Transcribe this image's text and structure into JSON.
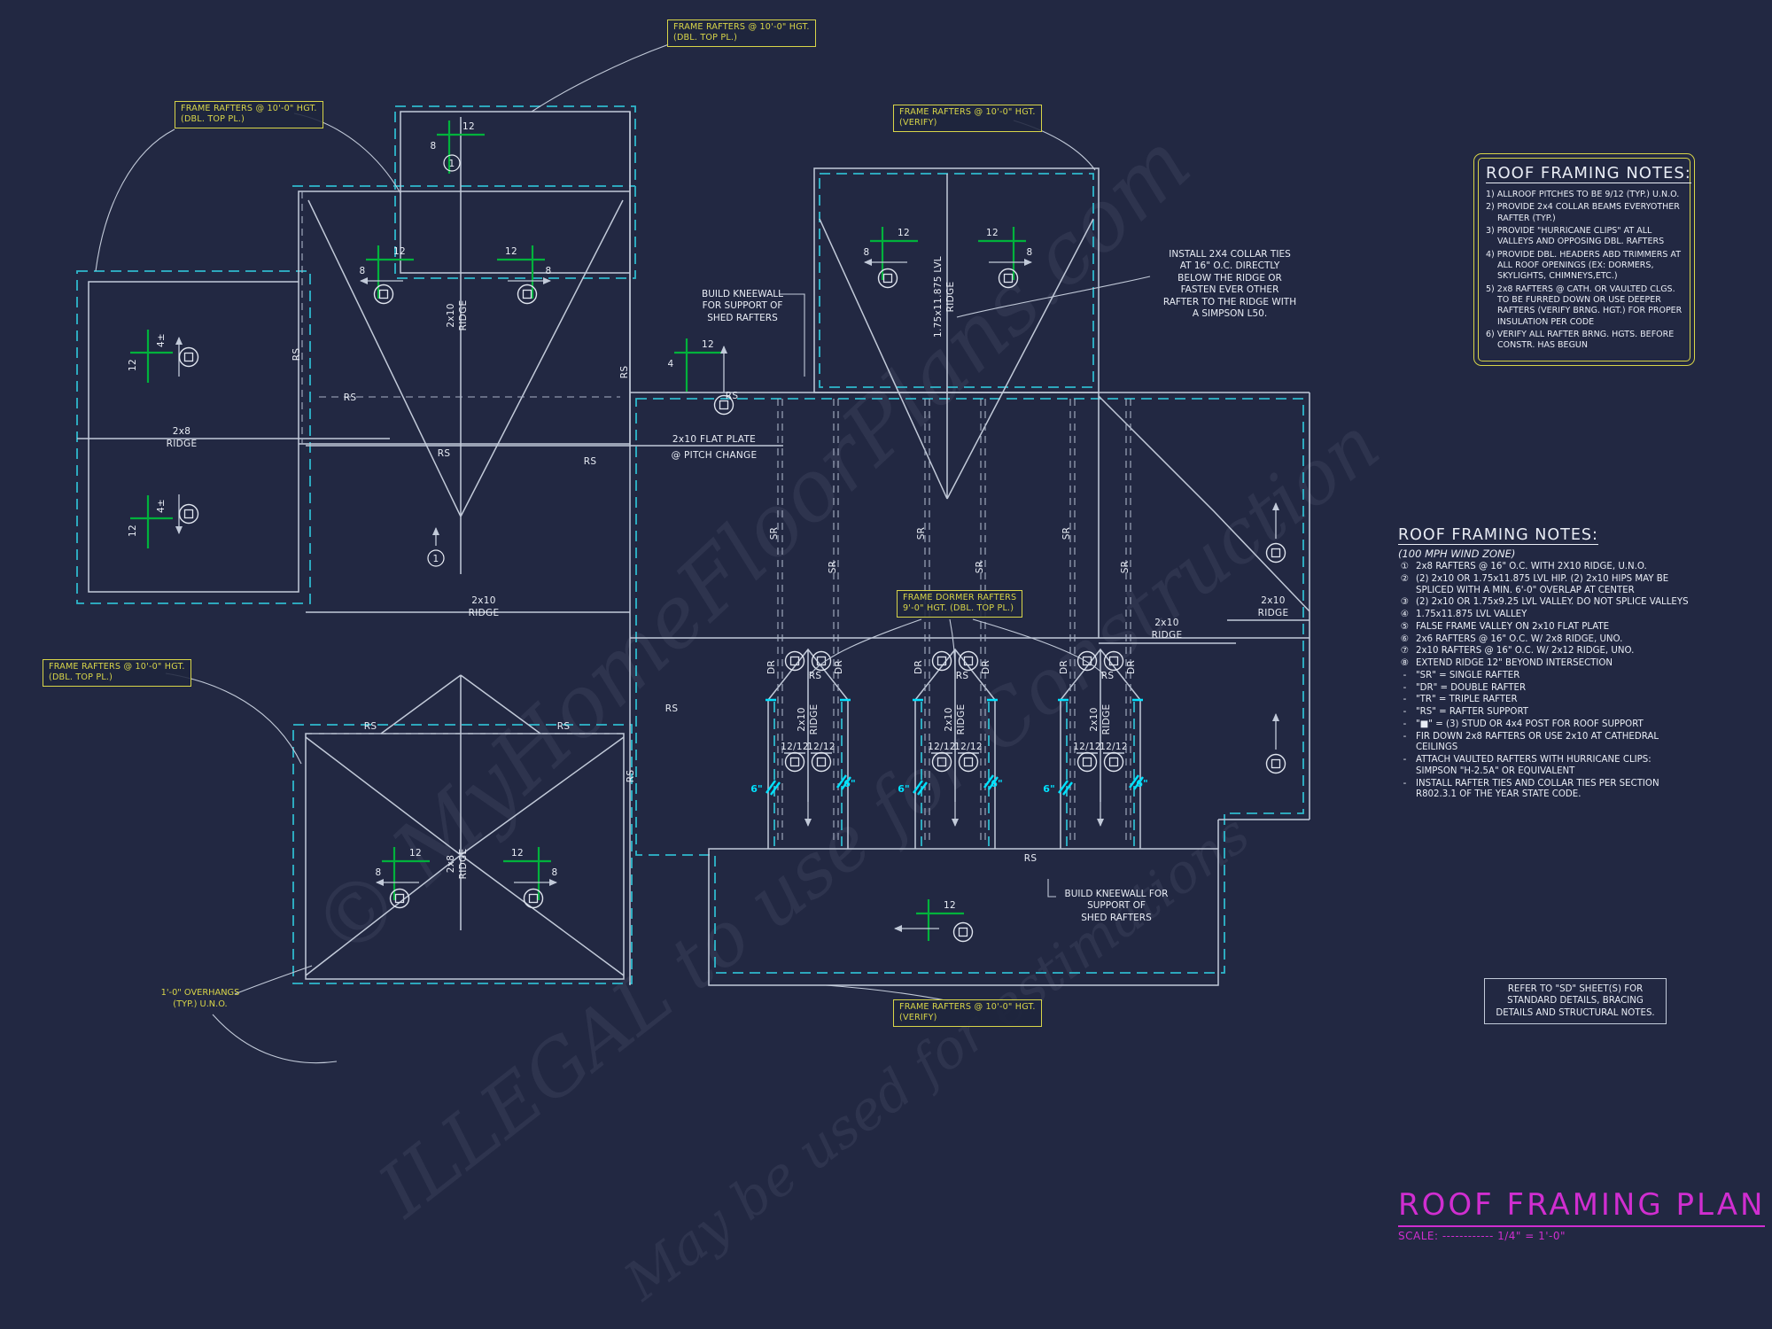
{
  "colors": {
    "bg": "#222842",
    "line": "#c2cad9",
    "white": "#e9edf5",
    "cyan": "#2fb9cd",
    "cyanb": "#00e2ff",
    "green": "#00b23c",
    "yellow": "#d8d549",
    "magenta": "#d02ed0"
  },
  "watermarks": {
    "line1": "© MyHomeFloorPlans.com",
    "line2": "ILLEGAL to use for Construction",
    "line3": "May be used for estimations"
  },
  "title_block": {
    "title": "ROOF FRAMING PLAN",
    "scale": "SCALE: ------------ 1/4\" = 1'-0\""
  },
  "notes_box": {
    "title": "ROOF FRAMING NOTES:",
    "items": [
      "1) ALLROOF PITCHES TO BE  9/12 (TYP.) U.N.O.",
      "2) PROVIDE 2x4 COLLAR BEAMS EVERYOTHER RAFTER (TYP.)",
      "3) PROVIDE \"HURRICANE CLIPS\" AT ALL VALLEYS AND OPPOSING DBL. RAFTERS",
      "4) PROVIDE DBL. HEADERS ABD TRIMMERS AT ALL ROOF OPENINGS (EX: DORMERS, SKYLIGHTS, CHIMNEYS,ETC.)",
      "5) 2x8 RAFTERS @ CATH. OR VAULTED CLGS. TO BE FURRED DOWN OR USE DEEPER RAFTERS (VERIFY BRNG. HGT.) FOR PROPER INSULATION PER CODE",
      "6) VERIFY ALL RAFTER BRNG. HGTS. BEFORE CONSTR. HAS BEGUN"
    ]
  },
  "framing_notes": {
    "title": "ROOF FRAMING NOTES:",
    "subtitle": "(100 MPH WIND ZONE)",
    "items": [
      {
        "m": "①",
        "t": "2x8 RAFTERS @ 16\" O.C. WITH 2X10 RIDGE, U.N.O."
      },
      {
        "m": "②",
        "t": "(2) 2x10 OR 1.75x11.875 LVL HIP. (2) 2x10 HIPS MAY BE SPLICED WITH A MIN. 6'-0\" OVERLAP AT CENTER"
      },
      {
        "m": "③",
        "t": "(2) 2x10 OR 1.75x9.25 LVL VALLEY.  DO NOT SPLICE VALLEYS"
      },
      {
        "m": "④",
        "t": "1.75x11.875 LVL VALLEY"
      },
      {
        "m": "⑤",
        "t": "FALSE FRAME VALLEY ON 2x10 FLAT PLATE"
      },
      {
        "m": "⑥",
        "t": "2x6 RAFTERS @ 16\" O.C. W/ 2x8 RIDGE, UNO."
      },
      {
        "m": "⑦",
        "t": "2x10 RAFTERS @ 16\" O.C. W/ 2x12 RIDGE, UNO."
      },
      {
        "m": "⑧",
        "t": "EXTEND RIDGE 12\" BEYOND INTERSECTION"
      },
      {
        "m": "-",
        "t": "\"SR\"  =  SINGLE RAFTER"
      },
      {
        "m": "-",
        "t": "\"DR\"  =  DOUBLE RAFTER"
      },
      {
        "m": "-",
        "t": "\"TR\"  =  TRIPLE RAFTER"
      },
      {
        "m": "-",
        "t": "\"RS\"  =  RAFTER SUPPORT"
      },
      {
        "m": "-",
        "t": "\"■\"  =  (3) STUD OR 4x4 POST FOR ROOF SUPPORT"
      },
      {
        "m": "-",
        "t": "FIR DOWN 2x8 RAFTERS OR USE 2x10 AT CATHEDRAL CEILINGS"
      },
      {
        "m": "-",
        "t": "ATTACH VAULTED RAFTERS WITH HURRICANE CLIPS: SIMPSON \"H-2.5A\" OR EQUIVALENT"
      },
      {
        "m": "-",
        "t": "INSTALL RAFTER TIES AND COLLAR TIES PER SECTION R802.3.1 OF THE YEAR STATE CODE."
      }
    ]
  },
  "callouts": {
    "dbl": {
      "line1": "FRAME RAFTERS @ 10'-0\" HGT.",
      "line2": "(DBL. TOP PL.)"
    },
    "verify": {
      "line1": "FRAME RAFTERS @ 10'-0\" HGT.",
      "line2": "(VERIFY)"
    },
    "dormer": {
      "line1": "FRAME DORMER RAFTERS",
      "line2": "9'-0\" HGT. (DBL. TOP PL.)"
    }
  },
  "annotations": {
    "collar": [
      "INSTALL 2X4 COLLAR TIES",
      "AT 16\" O.C. DIRECTLY",
      "BELOW THE RIDGE OR",
      "FASTEN EVER OTHER",
      "RAFTER TO THE RIDGE WITH",
      "A SIMPSON L50."
    ],
    "kneewall_top": [
      "BUILD KNEEWALL",
      "FOR SUPPORT OF",
      "SHED RAFTERS"
    ],
    "kneewall_bottom": [
      "BUILD KNEEWALL FOR",
      "SUPPORT OF",
      "SHED RAFTERS"
    ],
    "flat_plate": [
      "2x10 FLAT PLATE",
      "@ PITCH CHANGE"
    ],
    "overhangs": [
      "1'-0\" OVERHANGS",
      "(TYP.) U.N.O."
    ],
    "sd_note": [
      "REFER TO \"SD\"  SHEET(S) FOR",
      "STANDARD DETAILS, BRACING",
      "DETAILS AND STRUCTURAL NOTES."
    ]
  },
  "plan_labels": {
    "r2x8": "2x8",
    "r2x10": "2x10",
    "ridge": "RIDGE",
    "lvl": "1.75x11.875 LVL",
    "rs": "RS",
    "sr": "SR",
    "dr": "DR",
    "p12": "12",
    "p8": "8",
    "p4": "4",
    "p4pm": "4±",
    "p1212": "12/12",
    "six": "6\"",
    "note1": "1"
  }
}
